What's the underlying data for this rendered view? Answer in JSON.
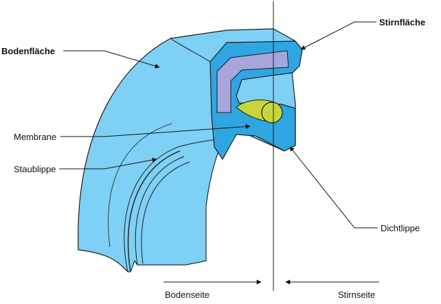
{
  "labels": {
    "bodenflaeche": "Bodenfläche",
    "stirnflaeche": "Stirnfläche",
    "membrane": "Membrane",
    "staublippe": "Staublippe",
    "dichtlippe": "Dichtlippe",
    "bodenseite": "Bodenseite",
    "stirnseite": "Stirnseite"
  },
  "colors": {
    "ring_body": "#7fd0f5",
    "section_face": "#2fa6e2",
    "insert": "#a7a6dc",
    "spring": "#c8d63a",
    "outline": "#1b1b1b"
  }
}
